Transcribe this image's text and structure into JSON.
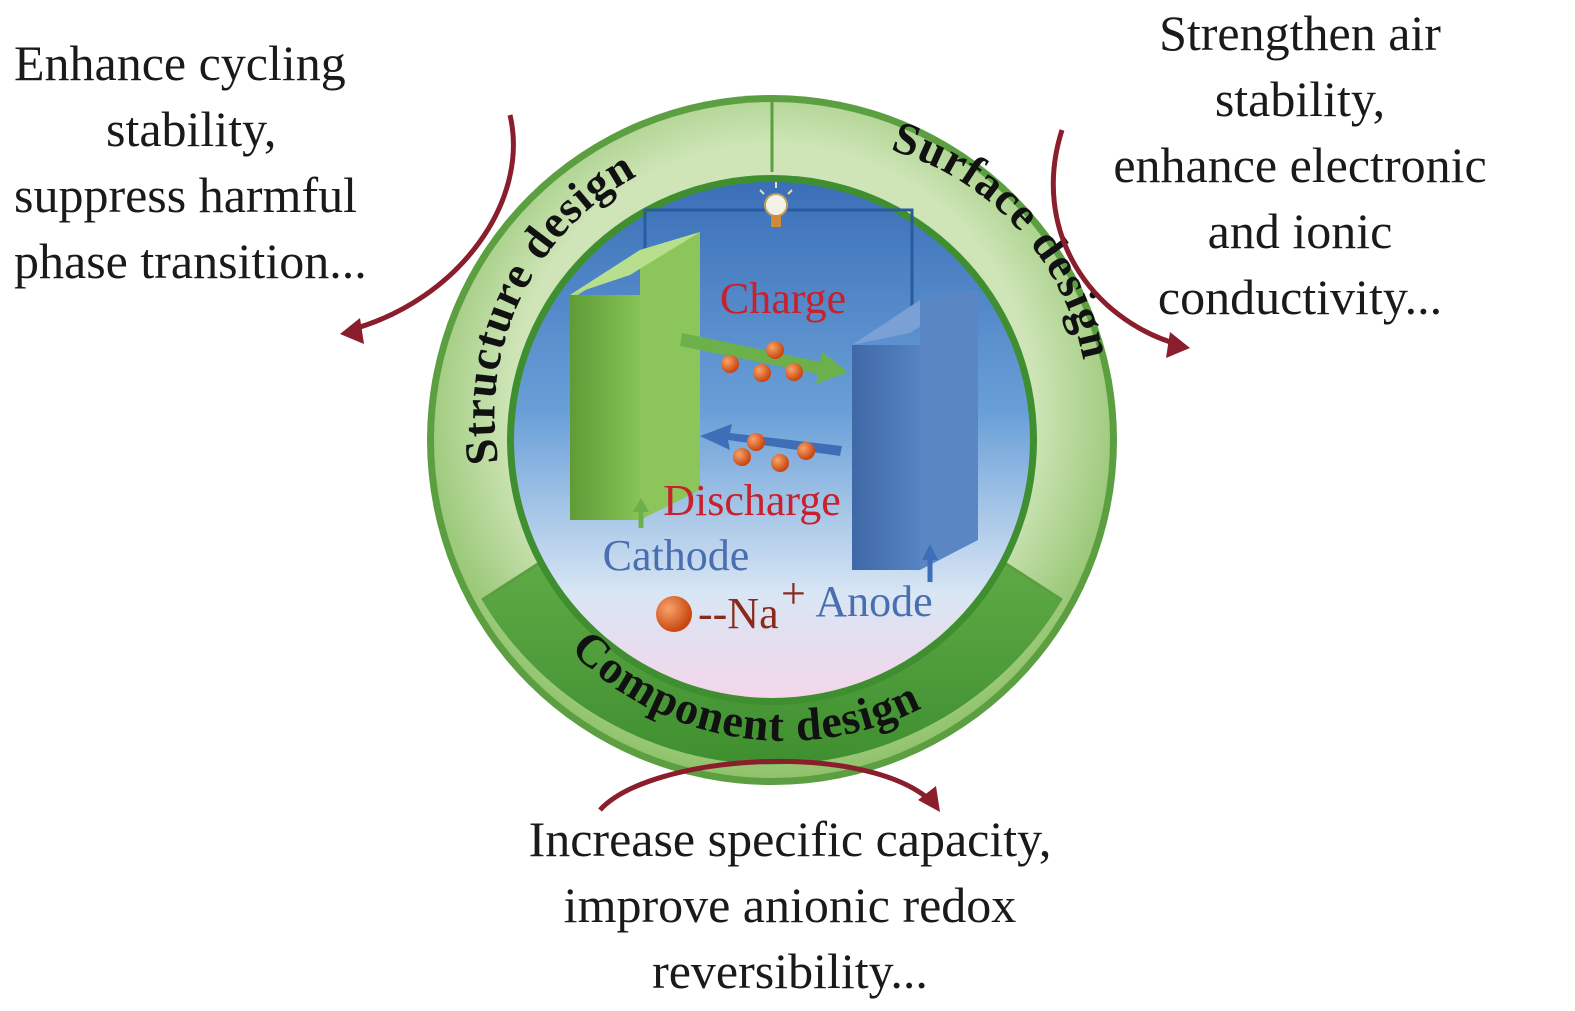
{
  "notes": {
    "left": [
      "Enhance cycling",
      "stability,",
      "suppress harmful",
      "phase transition..."
    ],
    "right": [
      "Strengthen air",
      "stability,",
      "enhance electronic",
      "and ionic",
      "conductivity..."
    ],
    "bottom": [
      "Increase specific capacity,",
      "improve anionic redox",
      "reversibility..."
    ]
  },
  "ring": {
    "structure": "Structure design",
    "surface": "Surface design",
    "component": "Component design"
  },
  "cell": {
    "charge": "Charge",
    "discharge": "Discharge",
    "cathode": "Cathode",
    "anode": "Anode",
    "ion_label": "--Na",
    "ion_charge": "+"
  },
  "colors": {
    "ring_outer": "#6fae4f",
    "ring_light": "#cde3b4",
    "ring_dark": "#4e9a3c",
    "inner_top": "#3a78bf",
    "inner_bottom": "#f2d9ea",
    "cathode": "#79b84a",
    "anode": "#4a78b8",
    "arrow_curve": "#8a1e2c",
    "label_red": "#c8202c",
    "label_blue": "#4a6fb0",
    "ion": "#d95a1a"
  }
}
